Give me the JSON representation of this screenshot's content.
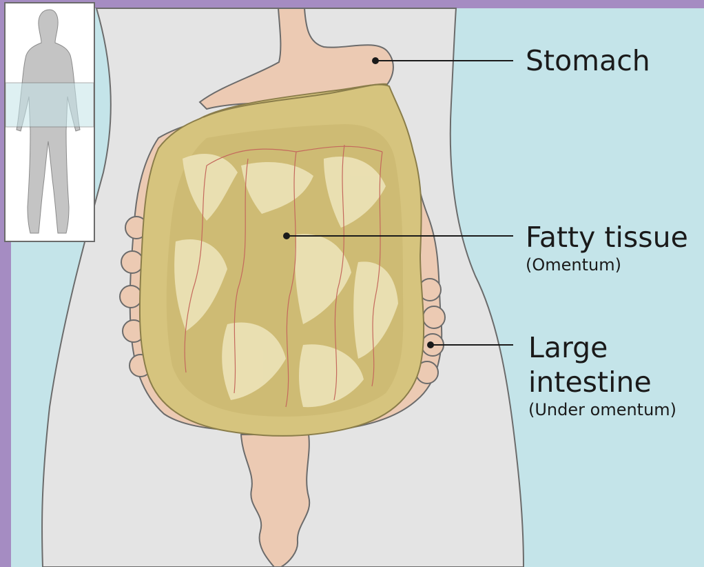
{
  "diagram": {
    "labels": {
      "stomach": {
        "title": "Stomach"
      },
      "fatty_tissue": {
        "title": "Fatty tissue",
        "subtitle": "(Omentum)"
      },
      "large_intestine": {
        "title_line1": "Large",
        "title_line2": "intestine",
        "subtitle": "(Under omentum)"
      }
    },
    "colors": {
      "frame": "#a58cc2",
      "background": "#c4e4e9",
      "body": "#e4e4e4",
      "organ_pink": "#eccab3",
      "omentum": "#d6c47e",
      "omentum_light": "#ede3b8",
      "vessel": "#c4685c"
    }
  }
}
